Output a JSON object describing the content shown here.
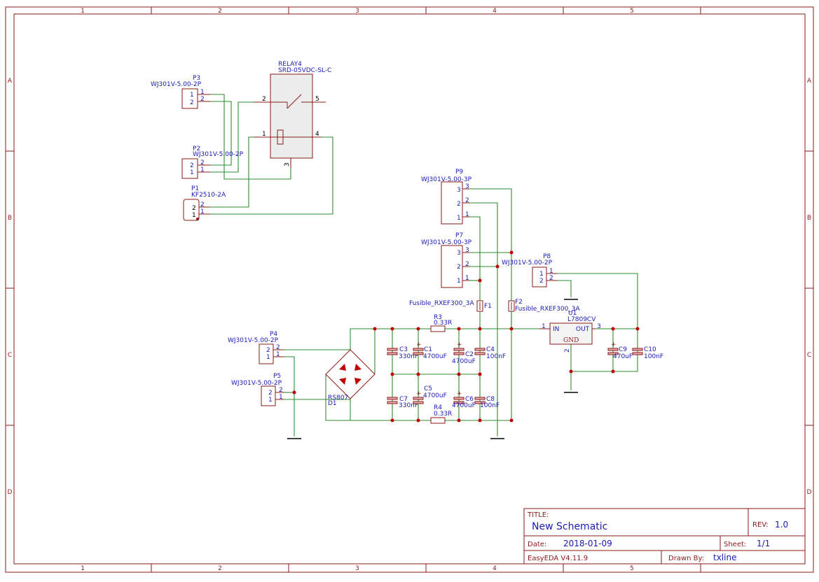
{
  "zones": {
    "cols": [
      "1",
      "2",
      "3",
      "4",
      "5"
    ],
    "rows": [
      "A",
      "B",
      "C",
      "D"
    ]
  },
  "title_block": {
    "title_label": "TITLE:",
    "title": "New Schematic",
    "rev_label": "REV:",
    "rev": "1.0",
    "date_label": "Date:",
    "date": "2018-01-09",
    "sheet_label": "Sheet:",
    "sheet": "1/1",
    "software": "EasyEDA V4.11.9",
    "drawn_label": "Drawn By:",
    "drawn_by": "txline"
  },
  "parts": {
    "relay4": {
      "ref": "RELAY4",
      "value": "SRD-05VDC-SL-C",
      "pins": [
        "2",
        "5",
        "1",
        "4",
        "3"
      ]
    },
    "p3": {
      "ref": "P3",
      "value": "WJ301V-5.00-2P",
      "pins": [
        "1",
        "2"
      ]
    },
    "p2": {
      "ref": "P2",
      "value": "WJ301V-5.00-2P",
      "pins": [
        "2",
        "1"
      ]
    },
    "p1": {
      "ref": "P1",
      "value": "KF2510-2A",
      "pins": [
        "2",
        "1"
      ]
    },
    "p9": {
      "ref": "P9",
      "value": "WJ301V-5.00-3P",
      "pins": [
        "3",
        "2",
        "1"
      ]
    },
    "p7": {
      "ref": "P7",
      "value": "WJ301V-5.00-3P",
      "pins": [
        "3",
        "2",
        "1"
      ]
    },
    "p8": {
      "ref": "P8",
      "value": "WJ301V-5.00-2P",
      "pins": [
        "1",
        "2"
      ]
    },
    "p4": {
      "ref": "P4",
      "value": "WJ301V-5.00-2P",
      "pins": [
        "2",
        "1"
      ]
    },
    "p5": {
      "ref": "P5",
      "value": "WJ301V-5.00-2P",
      "pins": [
        "2",
        "1"
      ]
    },
    "f1": {
      "ref": "F1",
      "value": "Fusible_RXEF300_3A"
    },
    "f2": {
      "ref": "F2",
      "value": "Fusible_RXEF300_3A"
    },
    "r3": {
      "ref": "R3",
      "value": "0.33R"
    },
    "r4": {
      "ref": "R4",
      "value": "0.33R"
    },
    "u1": {
      "ref": "U1",
      "value": "L7809CV",
      "in": "IN",
      "out": "OUT",
      "gnd": "GND",
      "pin_in": "1",
      "pin_out": "3",
      "pin_gnd": "2"
    },
    "d1": {
      "ref": "D1",
      "value": "RS807"
    },
    "c1": {
      "ref": "C1",
      "value": "4700uF"
    },
    "c2": {
      "ref": "C2",
      "value": "4700uF"
    },
    "c3": {
      "ref": "C3",
      "value": "330nF"
    },
    "c4": {
      "ref": "C4",
      "value": "100nF"
    },
    "c5": {
      "ref": "C5",
      "value": "4700uF"
    },
    "c6": {
      "ref": "C6",
      "value": "4700uF"
    },
    "c7": {
      "ref": "C7",
      "value": "330nF"
    },
    "c8": {
      "ref": "C8",
      "value": "100nF"
    },
    "c9": {
      "ref": "C9",
      "value": "470uF"
    },
    "c10": {
      "ref": "C10",
      "value": "100nF"
    }
  }
}
